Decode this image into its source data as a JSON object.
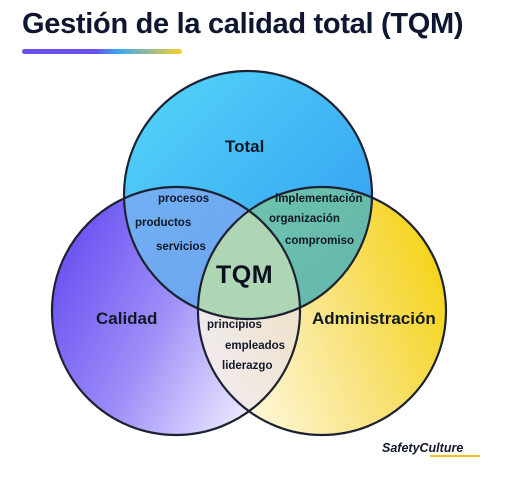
{
  "title": "Gestión de la calidad total (TQM)",
  "circles": {
    "top": {
      "label": "Total",
      "color_from": "#43d2f6",
      "color_to": "#1e8ff0"
    },
    "left": {
      "label": "Calidad",
      "color_from": "#6a4df3",
      "color_to": "#e4e2ff"
    },
    "right": {
      "label": "Administración",
      "color_from": "#fff8d6",
      "color_to": "#f4d000"
    }
  },
  "center": "TQM",
  "intersections": {
    "top_left": [
      "procesos",
      "productos",
      "servicios"
    ],
    "top_right": [
      "implementación",
      "organización",
      "compromiso"
    ],
    "left_right": [
      "principios",
      "empleados",
      "liderazgo"
    ]
  },
  "brand": {
    "name": "SafetyCulture",
    "accent": "#f4c21a"
  },
  "outline_color": "#1d2233"
}
